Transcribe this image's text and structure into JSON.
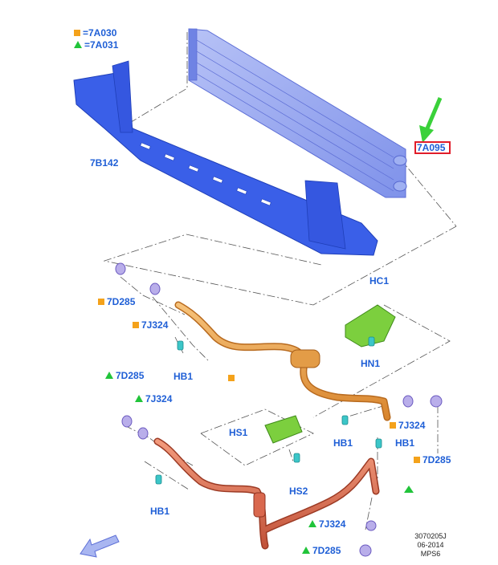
{
  "legend": {
    "square_label": "=7A030",
    "triangle_label": "=7A031"
  },
  "highlighted_part": "7A095",
  "labels": {
    "bracket": "7B142",
    "hc1": "HC1",
    "hn1": "HN1",
    "d285_a": "7D285",
    "j324_a": "7J324",
    "hb1_a": "HB1",
    "d285_b": "7D285",
    "j324_b": "7J324",
    "hb1_b": "HB1",
    "hs1": "HS1",
    "hs2": "HS2",
    "j324_c": "7J324",
    "hb1_c": "HB1",
    "hb1_d": "HB1",
    "d285_c": "7D285",
    "j324_d": "7J324",
    "d285_d": "7D285"
  },
  "footer": {
    "code": "3070205J",
    "date": "06-2014",
    "ref": "MPS6"
  },
  "colors": {
    "label": "#1f5fd6",
    "cooler": "#8e9ff0",
    "bracket": "#3a5fe8",
    "tube_upper": "#e8a04a",
    "tube_lower": "#d9684e",
    "clip_green": "#7ccf3e",
    "fitting_cyan": "#3cc6c8",
    "ring_purple": "#9a8ad6",
    "marker_orange": "#f4a21b",
    "marker_green": "#21c43a",
    "arrow_green": "#3ad13a",
    "highlight_red": "#e11d2a"
  },
  "icons": [
    "orange-square-marker",
    "green-triangle-marker",
    "green-pointer-arrow",
    "front-direction-arrow"
  ]
}
